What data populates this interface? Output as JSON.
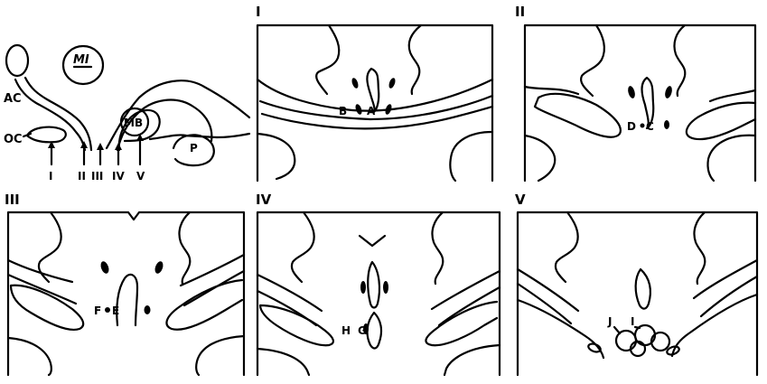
{
  "figure": {
    "overview_labels": {
      "ac": "AC",
      "oc": "OC",
      "mi": "MI",
      "mb": "MB",
      "p": "P"
    },
    "section_numerals": [
      "I",
      "II",
      "III",
      "IV",
      "V"
    ],
    "points": {
      "a": "A",
      "b": "B",
      "c": "C",
      "d": "D",
      "e": "E",
      "f": "F",
      "g": "G",
      "h": "H",
      "i": "I",
      "j": "J"
    }
  }
}
